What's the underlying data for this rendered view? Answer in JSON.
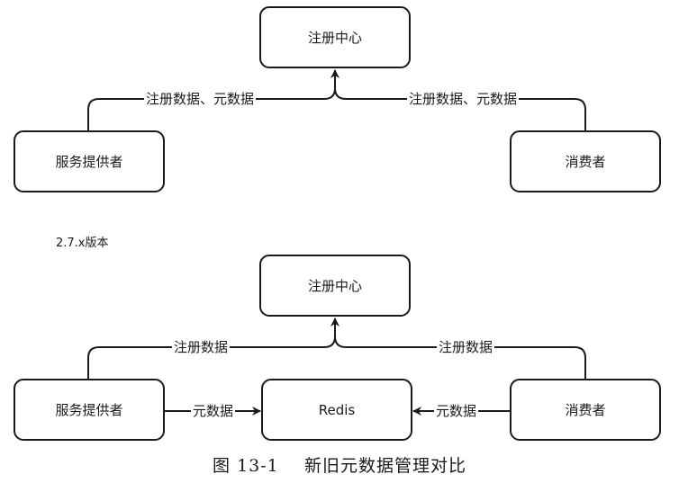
{
  "top_version_label": "",
  "top": {
    "registry": "注册中心",
    "provider": "服务提供者",
    "consumer": "消费者",
    "provider_edge": "注册数据、元数据",
    "consumer_edge": "注册数据、元数据"
  },
  "bottom_version_label": "2.7.x版本",
  "bottom": {
    "registry": "注册中心",
    "provider": "服务提供者",
    "consumer": "消费者",
    "redis": "Redis",
    "provider_edge": "注册数据",
    "consumer_edge": "注册数据",
    "provider_redis_edge": "元数据",
    "consumer_redis_edge": "元数据"
  },
  "caption": {
    "number": "图 13-1",
    "text": "新旧元数据管理对比"
  }
}
